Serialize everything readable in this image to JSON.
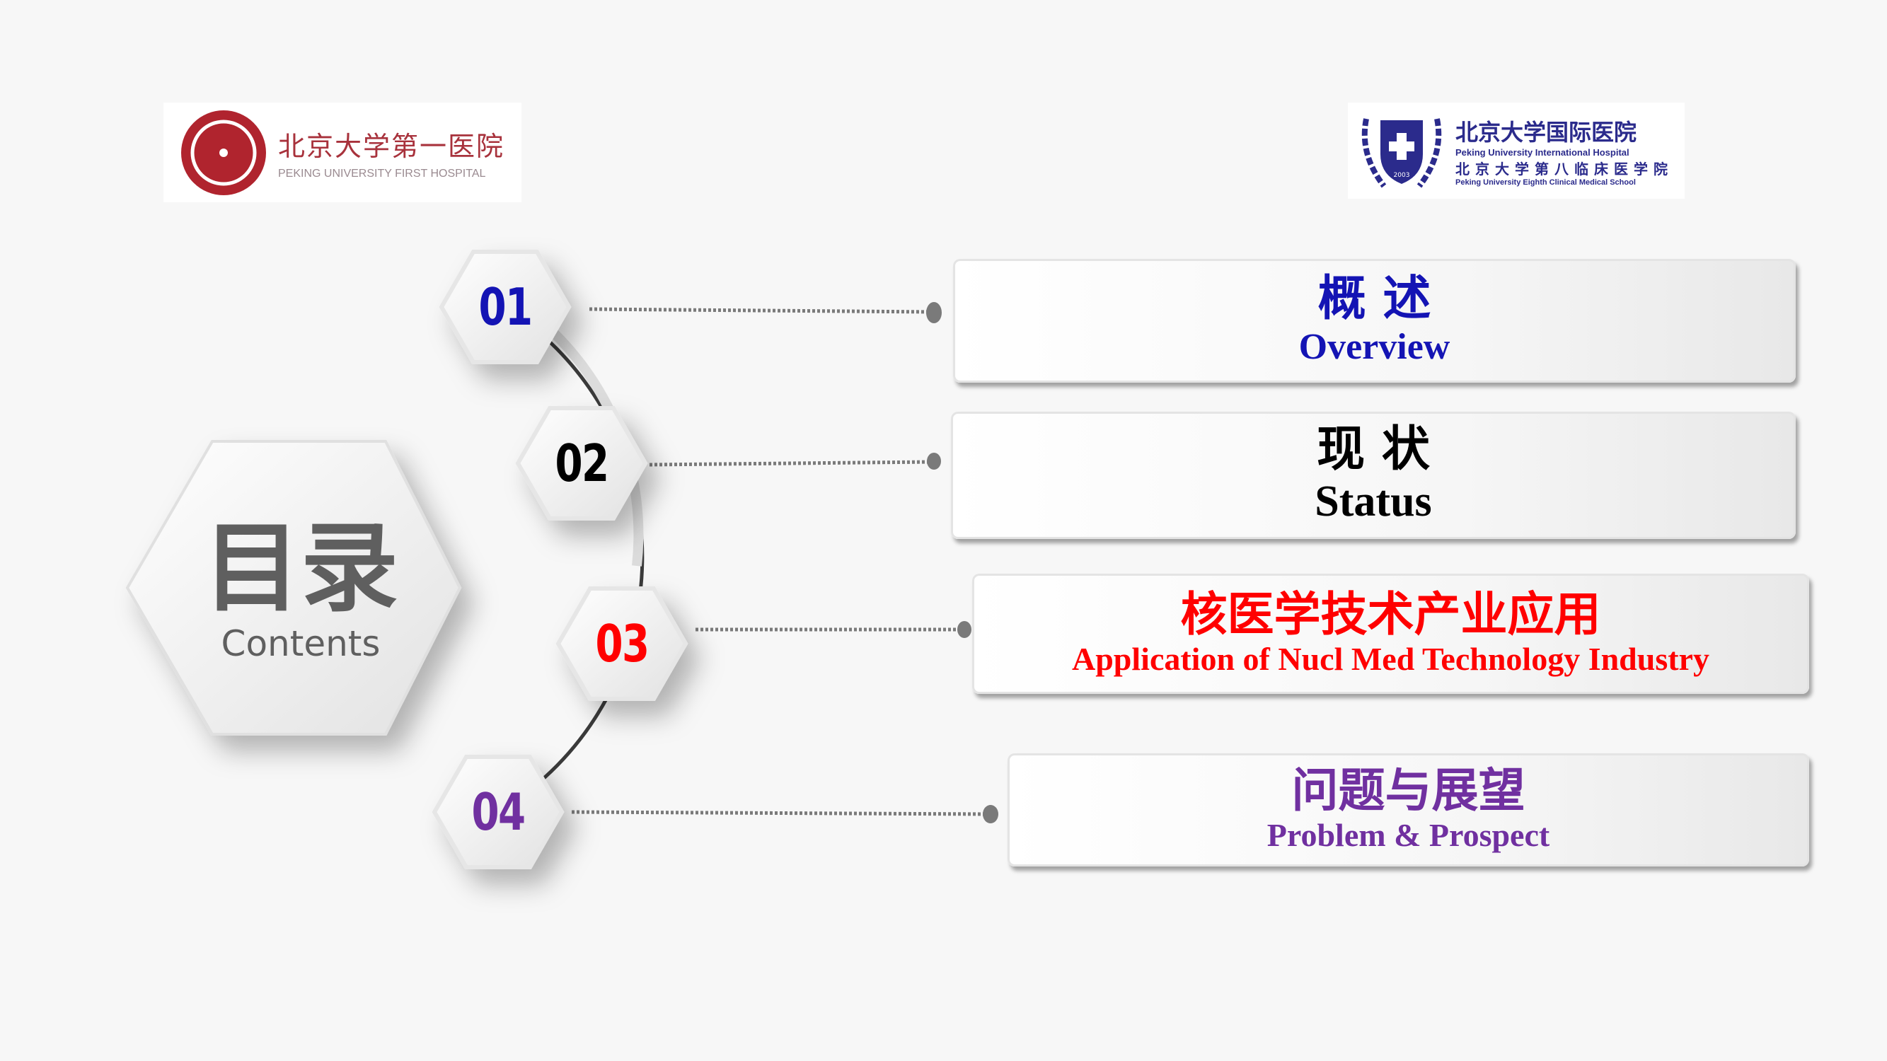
{
  "logos": {
    "left": {
      "cn": "北京大学第一医院",
      "en": "PEKING UNIVERSITY FIRST HOSPITAL"
    },
    "right": {
      "cn": "北京大学国际医院",
      "en": "Peking University International Hospital",
      "cn2": "北京大学第八临床医学院",
      "en2": "Peking University Eighth Clinical Medical School",
      "year": "2003"
    }
  },
  "contents": {
    "title": "目录",
    "subtitle": "Contents"
  },
  "items": [
    {
      "number": "01",
      "cn": "概 述",
      "en": "Overview",
      "color": "#1414b4"
    },
    {
      "number": "02",
      "cn": "现 状",
      "en": "Status",
      "color": "#000000"
    },
    {
      "number": "03",
      "cn": "核医学技术产业应用",
      "en": "Application of Nucl Med Technology Industry",
      "color": "#ff0000"
    },
    {
      "number": "04",
      "cn": "问题与展望",
      "en": "Problem & Prospect",
      "color": "#7030a0"
    }
  ]
}
